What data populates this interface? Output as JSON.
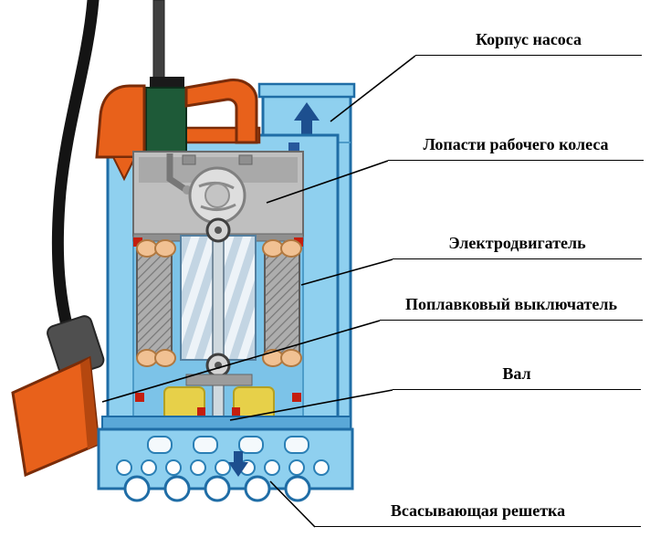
{
  "diagram": {
    "labels": [
      {
        "id": "pump-housing",
        "text": "Корпус насоса"
      },
      {
        "id": "impeller-blades",
        "text": "Лопасти рабочего колеса"
      },
      {
        "id": "electric-motor",
        "text": "Электродвигатель"
      },
      {
        "id": "float-switch",
        "text": "Поплавковый выключатель"
      },
      {
        "id": "shaft",
        "text": "Вал"
      },
      {
        "id": "suction-grille",
        "text": "Всасывающая решетка"
      }
    ],
    "colors": {
      "body_blue": "#8fd0ef",
      "body_blue_dark": "#5aa8d8",
      "outline_blue": "#1f6da6",
      "accent_orange": "#e8611b",
      "orange_outline": "#7a2c08",
      "motor_gray": "#a9a9a9",
      "winding_copper": "#f1c193",
      "seal_yellow": "#e7d049",
      "seal_red": "#c41e0e",
      "arrow_navy": "#1d4f8f",
      "cable_black": "#141414",
      "capacitor_green": "#1e5a38",
      "label_text": "#000000"
    }
  }
}
